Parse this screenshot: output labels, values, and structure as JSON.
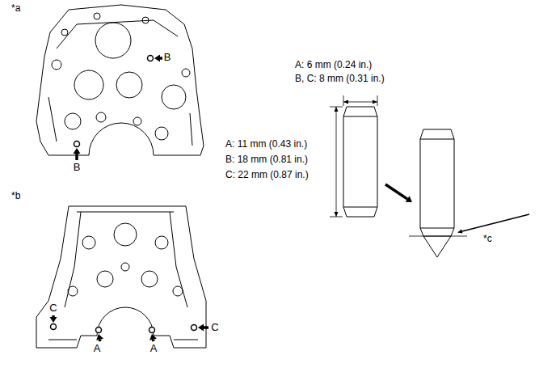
{
  "diagram": {
    "labels": [
      "*a",
      "B",
      "B",
      "A: 6 mm (0.24 in.)",
      "B, C: 8 mm (0.31 in.)",
      "A: 11 mm (0.43 in.)",
      "B: 18 mm (0.81 in.)",
      "C: 22 mm (0.87 in.)",
      "*c",
      "*b",
      "C",
      "A",
      "A",
      "C"
    ]
  }
}
